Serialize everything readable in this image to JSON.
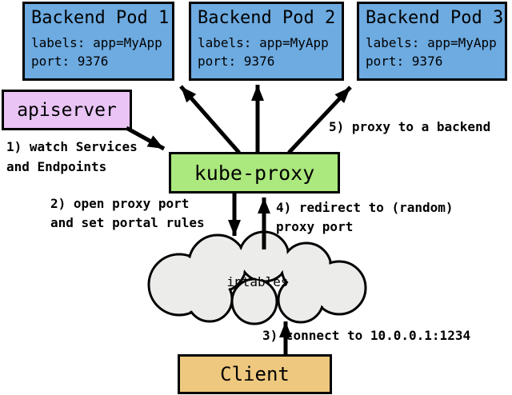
{
  "pods": [
    {
      "title": "Backend Pod 1",
      "labels": "labels: app=MyApp",
      "port": "port: 9376"
    },
    {
      "title": "Backend Pod 2",
      "labels": "labels: app=MyApp",
      "port": "port: 9376"
    },
    {
      "title": "Backend Pod 3",
      "labels": "labels: app=MyApp",
      "port": "port: 9376"
    }
  ],
  "nodes": {
    "apiserver": "apiserver",
    "kube_proxy": "kube-proxy",
    "iptables": "iptables",
    "client": "Client"
  },
  "steps": {
    "s1": "1) watch Services\nand Endpoints",
    "s2": "2) open proxy port\nand set portal rules",
    "s3": "3) connect to 10.0.0.1:1234",
    "s4": "4) redirect to (random)\nproxy port",
    "s5": "5) proxy to a backend"
  },
  "colors": {
    "pod_blue": "#6dabe1",
    "apiserver_pink": "#e9c4f5",
    "kube_green": "#abe87d",
    "cloud_gray": "#ececea",
    "client_tan": "#eec87e",
    "line_black": "#000000"
  }
}
